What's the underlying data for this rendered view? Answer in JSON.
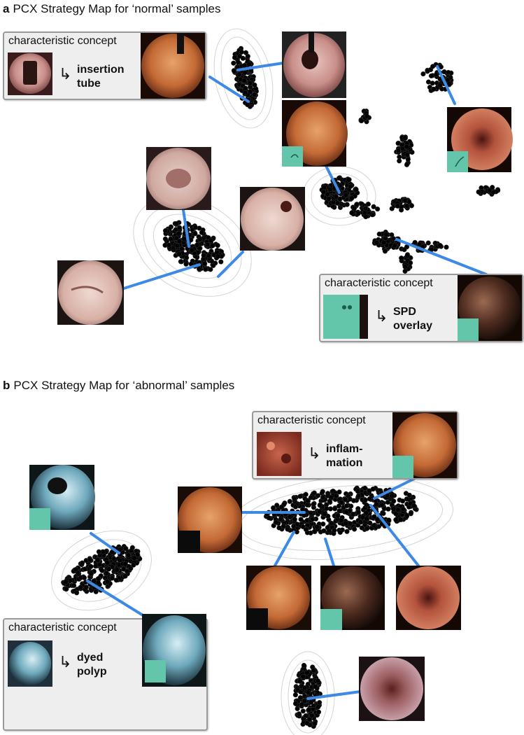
{
  "panels": [
    {
      "letter": "a",
      "title": "PCX Strategy Map for ‘normal’ samples"
    },
    {
      "letter": "b",
      "title": "PCX Strategy Map for ‘abnormal’ samples"
    }
  ],
  "concept_header": "characteristic concept",
  "concept_arrow_icon": "curved-arrow-right-icon",
  "concepts": [
    {
      "label": "insertion\ntube"
    },
    {
      "label": "SPD\noverlay"
    },
    {
      "label": "inflam-\nmation"
    },
    {
      "label": "dyed\npolyp"
    }
  ],
  "colors": {
    "connector": "#3d8ae6",
    "cluster": "#000000",
    "contour": "#d4d4d4",
    "overlay_teal": "#63c5a9",
    "box_fill": "#eeeeee",
    "box_border": "#9a9a9a"
  }
}
